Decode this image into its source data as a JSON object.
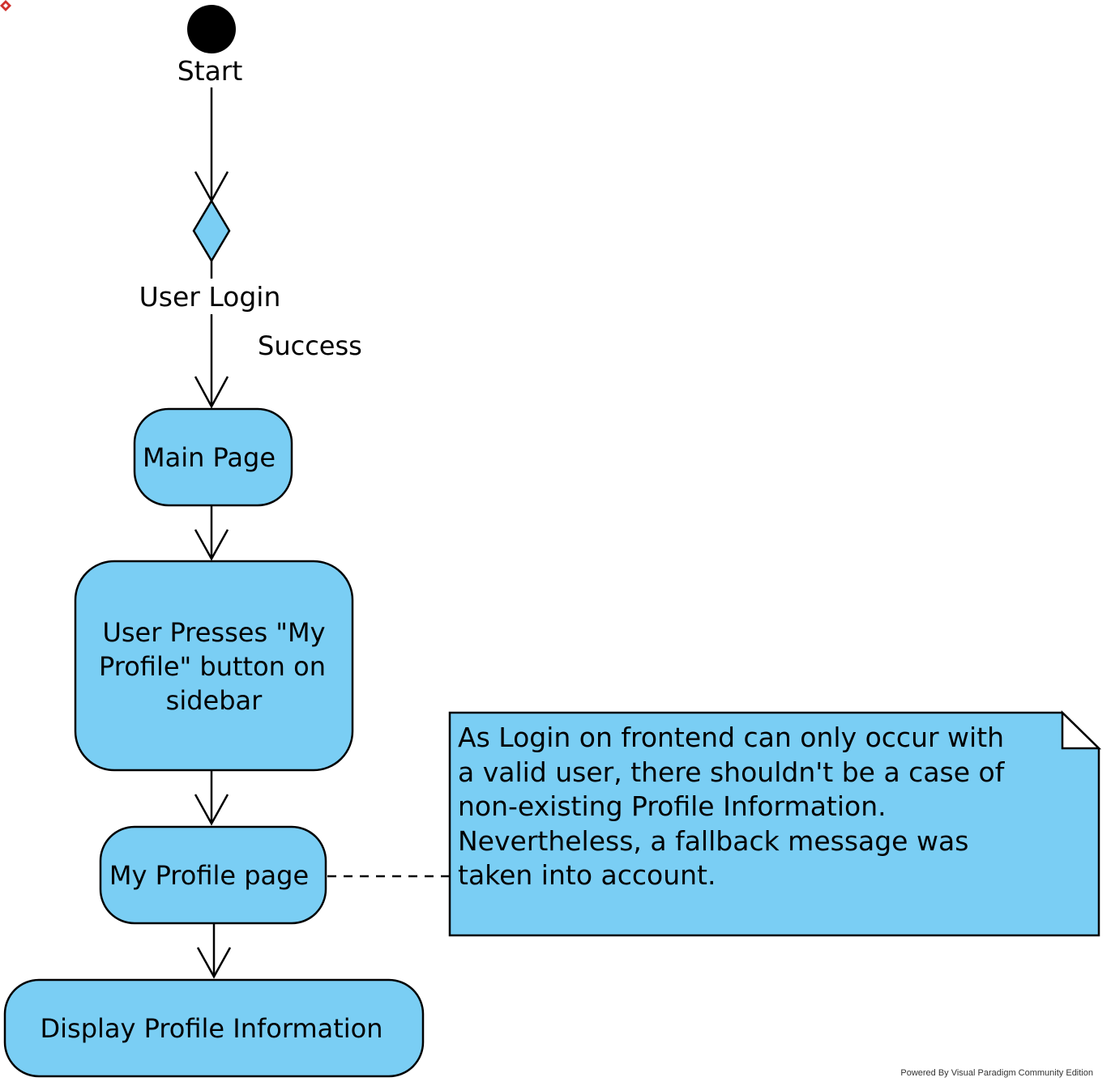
{
  "diagram": {
    "start_label": "Start",
    "decision_label": "User Login",
    "guard_label": "Success",
    "actions": {
      "main_page": "Main Page",
      "press_profile": [
        "User Presses \"My",
        "Profile\" button on",
        "sidebar"
      ],
      "my_profile_page": "My Profile page",
      "display_profile": "Display Profile Information"
    },
    "note": {
      "text": "As Login on frontend can only occur with\na valid user, there shouldn't be a case of\nnon-existing Profile Information.\nNevertheless, a fallback message was\ntaken into account."
    },
    "colors": {
      "node_fill": "#7ACEF4",
      "stroke": "#000000"
    }
  },
  "footer": {
    "powered_by": "Powered By Visual Paradigm Community Edition"
  }
}
